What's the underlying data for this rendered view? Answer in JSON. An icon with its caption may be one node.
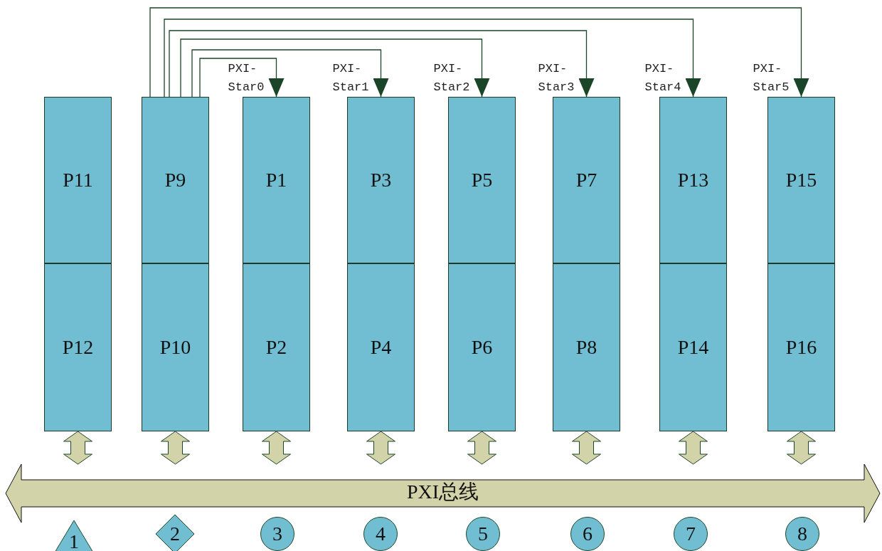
{
  "diagram": {
    "nodes": [
      {
        "text": [
          "P11"
        ]
      },
      {
        "text": [
          "P9"
        ]
      },
      {
        "text": [
          "P1"
        ]
      },
      {
        "text": [
          "P3"
        ]
      },
      {
        "text": [
          "P5"
        ]
      },
      {
        "text": [
          "P7"
        ]
      },
      {
        "text": [
          "P13"
        ]
      },
      {
        "text": [
          "P15"
        ]
      },
      {
        "text": [
          "P12"
        ]
      },
      {
        "text": [
          "P10"
        ]
      },
      {
        "text": [
          "P2"
        ]
      },
      {
        "text": [
          "P4"
        ]
      },
      {
        "text": [
          "P6"
        ]
      },
      {
        "text": [
          "P8"
        ]
      },
      {
        "text": [
          "P14"
        ]
      },
      {
        "text": [
          "P16"
        ]
      },
      {
        "text": [
          "PXI总线"
        ]
      },
      {
        "text": [
          "1"
        ]
      },
      {
        "text": [
          "2"
        ]
      },
      {
        "text": [
          "3"
        ]
      },
      {
        "text": [
          "4"
        ]
      },
      {
        "text": [
          "5"
        ]
      },
      {
        "text": [
          "6"
        ]
      },
      {
        "text": [
          "7"
        ]
      },
      {
        "text": [
          "8"
        ]
      }
    ],
    "edges": [
      {
        "from": 1,
        "to": 2,
        "arrow": "to",
        "label": "PXI-Star0"
      },
      {
        "from": 1,
        "to": 3,
        "arrow": "to",
        "label": "PXI-Star1"
      },
      {
        "from": 1,
        "to": 4,
        "arrow": "to",
        "label": "PXI-Star2"
      },
      {
        "from": 1,
        "to": 5,
        "arrow": "to",
        "label": "PXI-Star3"
      },
      {
        "from": 1,
        "to": 6,
        "arrow": "to",
        "label": "PXI-Star4"
      },
      {
        "from": 1,
        "to": 7,
        "arrow": "to",
        "label": "PXI-Star5"
      },
      {
        "from": 8,
        "to": 16,
        "arrow": "both",
        "style": "thick"
      },
      {
        "from": 9,
        "to": 16,
        "arrow": "both",
        "style": "thick"
      },
      {
        "from": 10,
        "to": 16,
        "arrow": "both",
        "style": "thick"
      },
      {
        "from": 11,
        "to": 16,
        "arrow": "both",
        "style": "thick"
      },
      {
        "from": 12,
        "to": 16,
        "arrow": "both",
        "style": "thick"
      },
      {
        "from": 13,
        "to": 16,
        "arrow": "both",
        "style": "thick"
      },
      {
        "from": 14,
        "to": 16,
        "arrow": "both",
        "style": "thick"
      },
      {
        "from": 15,
        "to": 16,
        "arrow": "both",
        "style": "thick"
      }
    ]
  }
}
